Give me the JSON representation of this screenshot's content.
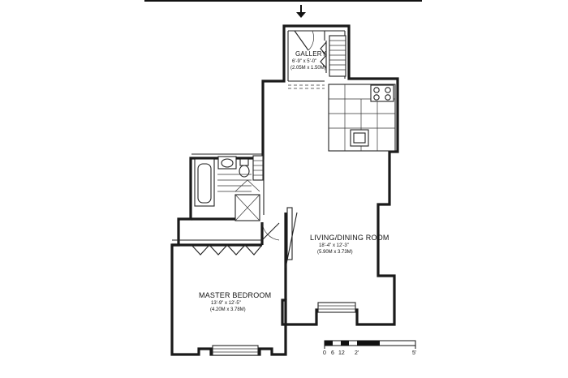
{
  "rooms": {
    "gallery": {
      "name": "GALLERY",
      "dims_imperial": "6'-9\" x 5'-0\"",
      "dims_metric": "(2.05M x 1.50M)"
    },
    "living": {
      "name": "LIVING/DINING ROOM",
      "dims_imperial": "18'-4\" x 12'-3\"",
      "dims_metric": "(5.90M x 3.73M)"
    },
    "bedroom": {
      "name": "MASTER BEDROOM",
      "dims_imperial": "13'-9\" x 12'-5\"",
      "dims_metric": "(4.20M x 3.78M)"
    }
  },
  "scale": {
    "labels": [
      "0",
      "6",
      "12",
      "2'",
      "5'"
    ]
  },
  "icons": [
    "entry-arrow-icon"
  ]
}
